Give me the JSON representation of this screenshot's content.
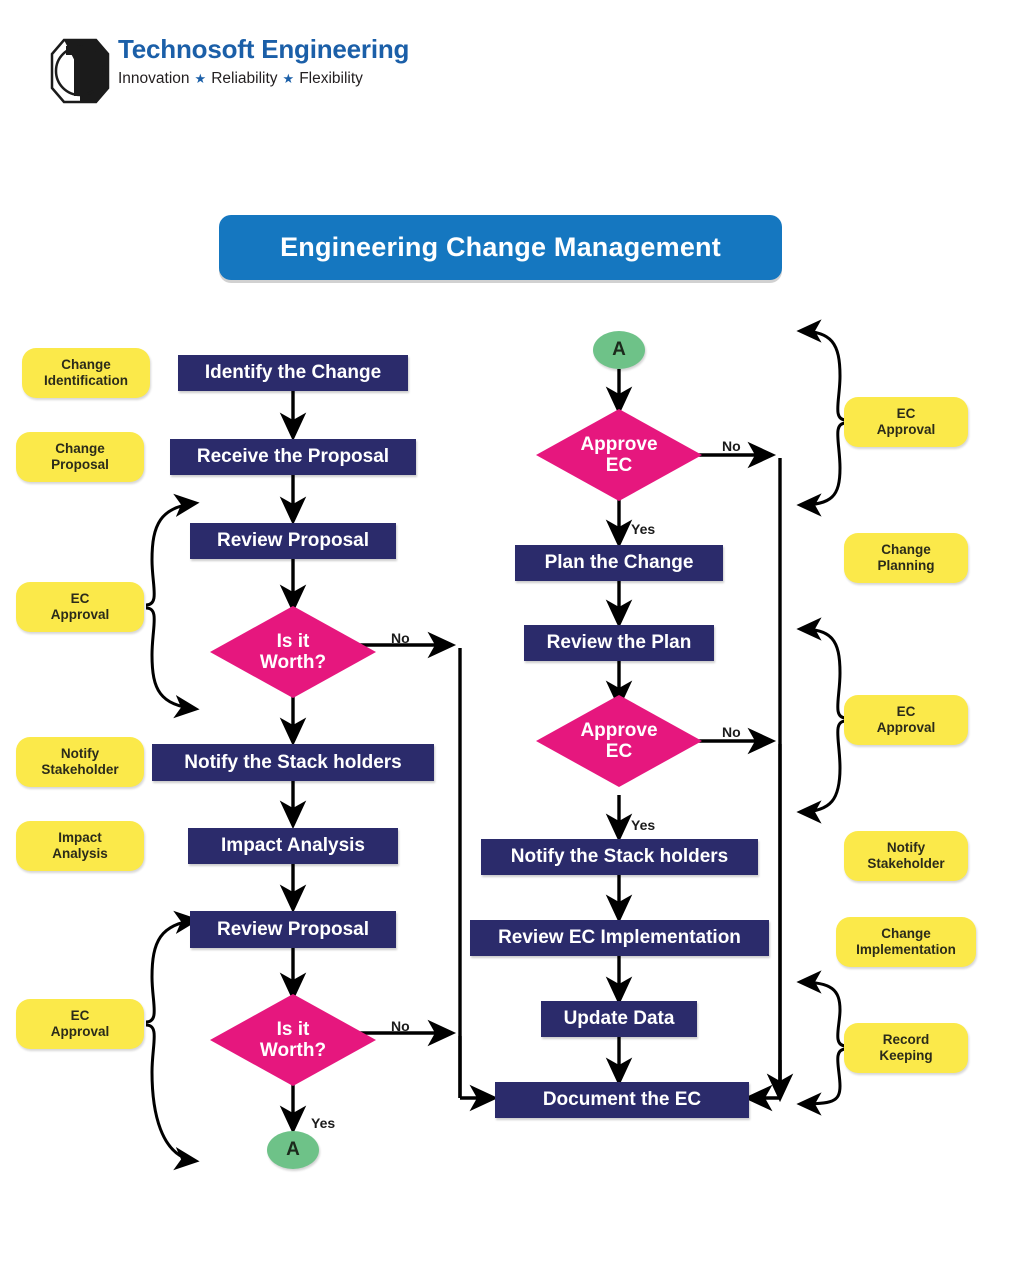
{
  "brand": {
    "name": "Technosoft Engineering",
    "tagline_1": "Innovation",
    "tagline_2": "Reliability",
    "tagline_3": "Flexibility",
    "star_glyph": "★",
    "title_color": "#1b5fa8"
  },
  "banner": {
    "title": "Engineering Change Management",
    "color": "#1577c0"
  },
  "palette": {
    "process": "#2b2b6b",
    "decision": "#e6177e",
    "connector": "#6ec288",
    "tag": "#fbe94a",
    "edge": "#000000"
  },
  "left_tags": [
    {
      "line1": "Change",
      "line2": "Identification"
    },
    {
      "line1": "Change",
      "line2": "Proposal"
    },
    {
      "line1": "EC",
      "line2": "Approval"
    },
    {
      "line1": "Notify",
      "line2": "Stakeholder"
    },
    {
      "line1": "Impact",
      "line2": "Analysis"
    },
    {
      "line1": "EC",
      "line2": "Approval"
    }
  ],
  "right_tags": [
    {
      "line1": "EC",
      "line2": "Approval"
    },
    {
      "line1": "Change",
      "line2": "Planning"
    },
    {
      "line1": "EC",
      "line2": "Approval"
    },
    {
      "line1": "Notify",
      "line2": "Stakeholder"
    },
    {
      "line1": "Change",
      "line2": "Implementation"
    },
    {
      "line1": "Record",
      "line2": "Keeping"
    }
  ],
  "left_flow": {
    "n1": "Identify the Change",
    "n2": "Receive the Proposal",
    "n3": "Review Proposal",
    "d1_line1": "Is it",
    "d1_line2": "Worth?",
    "n4": "Notify the Stack holders",
    "n5": "Impact Analysis",
    "n6": "Review Proposal",
    "d2_line1": "Is it",
    "d2_line2": "Worth?",
    "connector_out": "A"
  },
  "right_flow": {
    "connector_in": "A",
    "d3_line1": "Approve",
    "d3_line2": "EC",
    "n7": "Plan the Change",
    "n8": "Review the Plan",
    "d4_line1": "Approve",
    "d4_line2": "EC",
    "n9": "Notify the Stack holders",
    "n10": "Review EC Implementation",
    "n11": "Update Data",
    "n12": "Document the EC"
  },
  "edge_labels": {
    "no_1": "No",
    "no_2": "No",
    "no_3": "No",
    "no_4": "No",
    "yes_1": "Yes",
    "yes_2": "Yes",
    "yes_3": "Yes"
  },
  "chart_data": {
    "type": "table",
    "title": "Engineering Change Management",
    "nodes": [
      {
        "id": "L1",
        "label": "Identify the Change",
        "shape": "process",
        "column": "left"
      },
      {
        "id": "L2",
        "label": "Receive the Proposal",
        "shape": "process",
        "column": "left"
      },
      {
        "id": "L3",
        "label": "Review Proposal",
        "shape": "process",
        "column": "left"
      },
      {
        "id": "L4",
        "label": "Is it Worth?",
        "shape": "decision",
        "column": "left"
      },
      {
        "id": "L5",
        "label": "Notify the Stack holders",
        "shape": "process",
        "column": "left"
      },
      {
        "id": "L6",
        "label": "Impact Analysis",
        "shape": "process",
        "column": "left"
      },
      {
        "id": "L7",
        "label": "Review Proposal",
        "shape": "process",
        "column": "left"
      },
      {
        "id": "L8",
        "label": "Is it Worth?",
        "shape": "decision",
        "column": "left"
      },
      {
        "id": "A_out",
        "label": "A",
        "shape": "connector",
        "column": "left"
      },
      {
        "id": "A_in",
        "label": "A",
        "shape": "connector",
        "column": "right"
      },
      {
        "id": "R1",
        "label": "Approve EC",
        "shape": "decision",
        "column": "right"
      },
      {
        "id": "R2",
        "label": "Plan the Change",
        "shape": "process",
        "column": "right"
      },
      {
        "id": "R3",
        "label": "Review the Plan",
        "shape": "process",
        "column": "right"
      },
      {
        "id": "R4",
        "label": "Approve EC",
        "shape": "decision",
        "column": "right"
      },
      {
        "id": "R5",
        "label": "Notify the Stack holders",
        "shape": "process",
        "column": "right"
      },
      {
        "id": "R6",
        "label": "Review EC Implementation",
        "shape": "process",
        "column": "right"
      },
      {
        "id": "R7",
        "label": "Update Data",
        "shape": "process",
        "column": "right"
      },
      {
        "id": "R8",
        "label": "Document the EC",
        "shape": "process",
        "column": "right"
      }
    ],
    "edges": [
      {
        "from": "L1",
        "to": "L2",
        "label": ""
      },
      {
        "from": "L2",
        "to": "L3",
        "label": ""
      },
      {
        "from": "L3",
        "to": "L4",
        "label": ""
      },
      {
        "from": "L4",
        "to": "L5",
        "label": ""
      },
      {
        "from": "L4",
        "to": "R8",
        "label": "No"
      },
      {
        "from": "L5",
        "to": "L6",
        "label": ""
      },
      {
        "from": "L6",
        "to": "L7",
        "label": ""
      },
      {
        "from": "L7",
        "to": "L8",
        "label": ""
      },
      {
        "from": "L8",
        "to": "A_out",
        "label": "Yes"
      },
      {
        "from": "L8",
        "to": "R8",
        "label": "No"
      },
      {
        "from": "A_in",
        "to": "R1",
        "label": ""
      },
      {
        "from": "R1",
        "to": "R2",
        "label": "Yes"
      },
      {
        "from": "R1",
        "to": "R8",
        "label": "No"
      },
      {
        "from": "R2",
        "to": "R3",
        "label": ""
      },
      {
        "from": "R3",
        "to": "R4",
        "label": ""
      },
      {
        "from": "R4",
        "to": "R5",
        "label": "Yes"
      },
      {
        "from": "R4",
        "to": "R8",
        "label": "No"
      },
      {
        "from": "R5",
        "to": "R6",
        "label": ""
      },
      {
        "from": "R6",
        "to": "R7",
        "label": ""
      },
      {
        "from": "R7",
        "to": "R8",
        "label": ""
      }
    ],
    "phase_tags_left": [
      "Change Identification",
      "Change Proposal",
      "EC Approval",
      "Notify Stakeholder",
      "Impact Analysis",
      "EC Approval"
    ],
    "phase_tags_right": [
      "EC Approval",
      "Change Planning",
      "EC Approval",
      "Notify Stakeholder",
      "Change Implementation",
      "Record Keeping"
    ]
  }
}
